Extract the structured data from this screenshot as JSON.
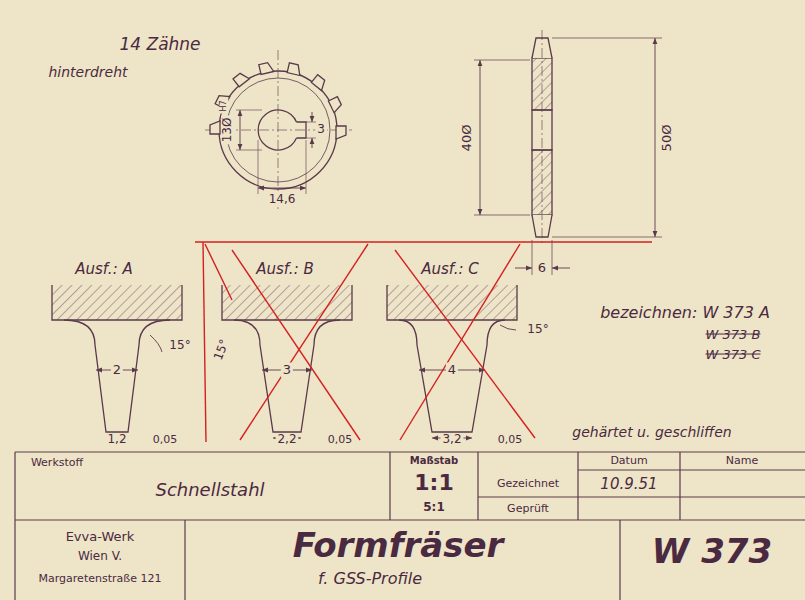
{
  "diagram": {
    "title": "Formfräser",
    "labels": [
      "14 Zähne",
      "hinterdreht",
      "13Ø",
      "H7",
      "3",
      "14,6",
      "40Ø",
      "50Ø",
      "Ausf.: A",
      "15°",
      "2",
      "1,2",
      "0,05",
      "Ausf.: B",
      "15°",
      "3",
      "2,2",
      "0,05",
      "Ausf.: C",
      "6",
      "15°",
      "4",
      "3,2",
      "0,05",
      "bezeichnen: W 373 A",
      "W 373 B",
      "W 373 C",
      "gehärtet u. geschliffen",
      "Werkstoff",
      "Schnellstahl",
      "Maßstab",
      "1:1",
      "5:1",
      "Gezeichnet",
      "Geprüft",
      "Datum",
      "10.9.51",
      "Name",
      "Evva-Werk",
      "Wien V.",
      "Margaretenstraße 121",
      "f. GSS-Profile",
      "W 373"
    ]
  }
}
